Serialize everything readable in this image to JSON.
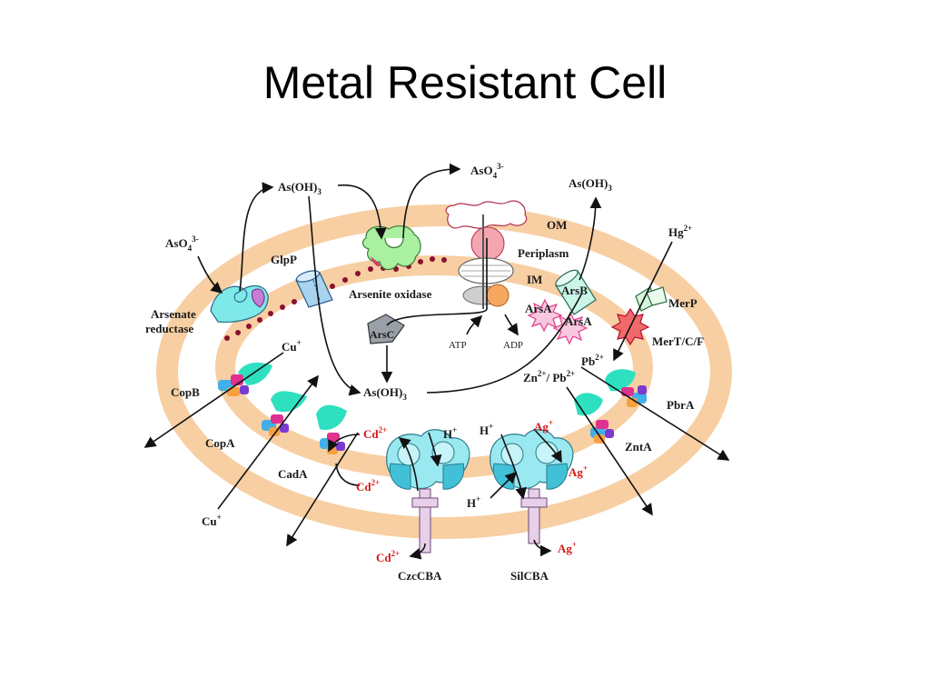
{
  "title": "Metal Resistant Cell",
  "labels": {
    "aso4_top_base": "AsO",
    "aso4_top_sub": "4",
    "aso4_top_sup": "3-",
    "asoh3_left_base": "As(OH)",
    "asoh3_left_sub": "3",
    "asoh3_right_base": "As(OH)",
    "asoh3_right_sub": "3",
    "asoh3_center_base": "As(OH)",
    "asoh3_center_sub": "3",
    "aso4_left_base": "AsO",
    "aso4_left_sub": "4",
    "aso4_left_sup": "3-",
    "om": "OM",
    "periplasm": "Periplasm",
    "im": "IM",
    "glpp": "GlpP",
    "arsenite_oxidase": "Arsenite oxidase",
    "arsenate_line1": "Arsenate",
    "arsenate_line2": "reductase",
    "arsb": "ArsB",
    "arsa1": "ArsA",
    "arsa2": "ArsA",
    "arsc": "ArsC",
    "atp": "ATP",
    "adp": "ADP",
    "hg_base": "Hg",
    "hg_sup": "2+",
    "merp": "MerP",
    "mert": "MerT/C/F",
    "pb_base": "Pb",
    "pb_sup": "2+",
    "znpb_zn": "Zn",
    "znpb_sup1": "2+",
    "znpb_sep": "/ Pb",
    "znpb_sup2": "2+",
    "pbra": "PbrA",
    "znta": "ZntA",
    "cu_top_base": "Cu",
    "cu_top_sup": "+",
    "copb": "CopB",
    "copa": "CopA",
    "cada": "CadA",
    "cu_bottom_base": "Cu",
    "cu_bottom_sup": "+",
    "cd_top_base": "Cd",
    "cd_top_sup": "2+",
    "cd_mid_base": "Cd",
    "cd_mid_sup": "2+",
    "cd_bottom_base": "Cd",
    "cd_bottom_sup": "2+",
    "h_left_base": "H",
    "h_left_sup": "+",
    "h_right_base": "H",
    "h_right_sup": "+",
    "h_bottom_base": "H",
    "h_bottom_sup": "+",
    "ag_top_base": "Ag",
    "ag_top_sup": "+",
    "ag_mid_base": "Ag",
    "ag_mid_sup": "+",
    "ag_bottom_base": "Ag",
    "ag_bottom_sup": "+",
    "czecba": "CzcCBA",
    "silcba": "SilCBA"
  },
  "colors": {
    "membrane": "#f7cfa3",
    "cyan_protein": "#7fe8e8",
    "teal_protein": "#2ee0c0",
    "green_protein": "#a9f0a0",
    "red_ion": "#d11a1a",
    "dots": "#8a1030",
    "pink_sphere": "#f4a6b0",
    "orange_sphere": "#f6a860",
    "star_red": "#e8314a",
    "star_pink": "#f06aa0"
  }
}
